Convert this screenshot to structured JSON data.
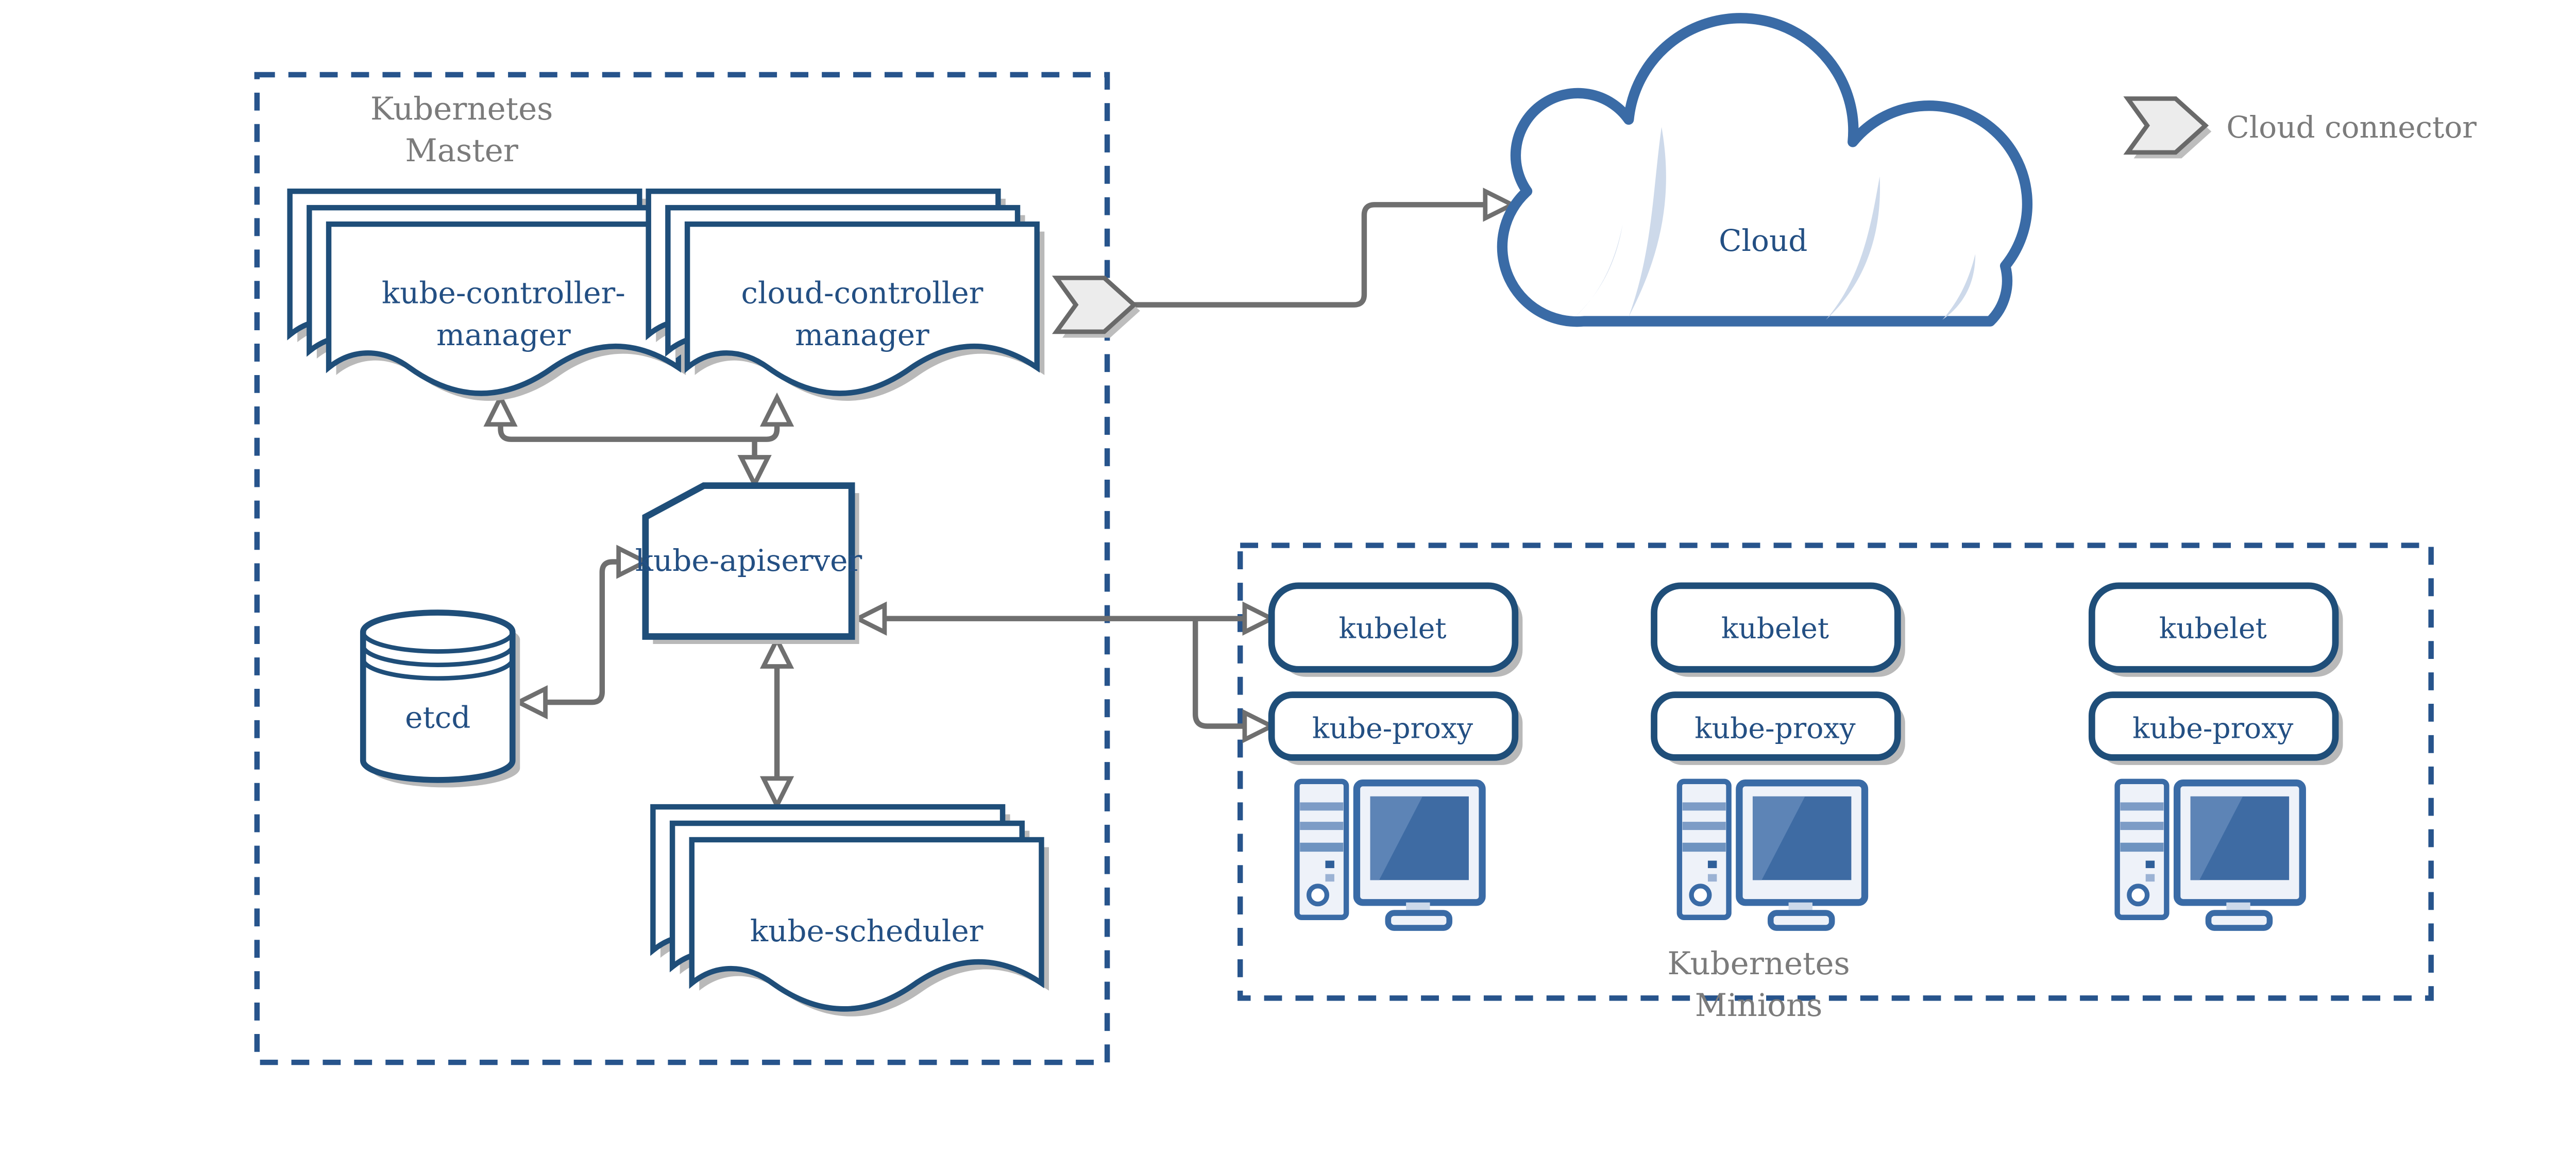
{
  "master": {
    "label_line1": "Kubernetes",
    "label_line2": "Master",
    "kube_controller_manager": {
      "line1": "kube-controller-",
      "line2": "manager"
    },
    "cloud_controller_manager": {
      "line1": "cloud-controller",
      "line2": "manager"
    },
    "kube_apiserver": {
      "label": "kube-apiserver"
    },
    "etcd": {
      "label": "etcd"
    },
    "kube_scheduler": {
      "label": "kube-scheduler"
    }
  },
  "cloud": {
    "label": "Cloud"
  },
  "legend": {
    "cloud_connector": "Cloud connector"
  },
  "minions": {
    "label_line1": "Kubernetes",
    "label_line2": "Minions",
    "nodes": [
      {
        "kubelet_label": "kubelet",
        "kube_proxy_label": "kube-proxy"
      },
      {
        "kubelet_label": "kubelet",
        "kube_proxy_label": "kube-proxy"
      },
      {
        "kubelet_label": "kubelet",
        "kube_proxy_label": "kube-proxy"
      }
    ]
  },
  "colors": {
    "component_border_blue": "#1f4e79",
    "component_text_blue": "#234f83",
    "boundary_dash_blue": "#27548c",
    "device_blue": "#3a6ba6",
    "screen_blue": "#3e6ba3",
    "screen_highlight_blue": "#5d84b6",
    "device_fill": "#eef2f9",
    "cloud_sliver_blue": "#cdd9ea",
    "connector_gray": "#6f6f6f",
    "label_gray": "#7b7b7b",
    "shadow_gray": "#b9b9b9",
    "chevron_fill": "#ececec",
    "chevron_border": "#696969"
  }
}
